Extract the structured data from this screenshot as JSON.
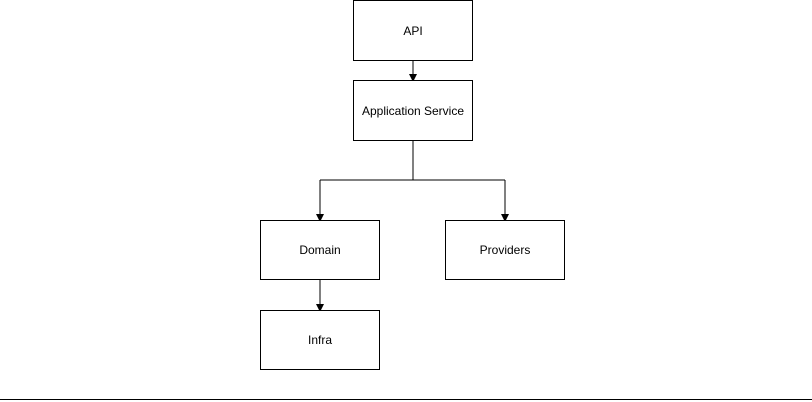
{
  "diagram": {
    "nodes": {
      "api": "API",
      "application_service": "Application Service",
      "domain": "Domain",
      "providers": "Providers",
      "infra": "Infra"
    },
    "colors": {
      "stroke": "#000000",
      "fill": "#ffffff",
      "text": "#000000"
    }
  }
}
